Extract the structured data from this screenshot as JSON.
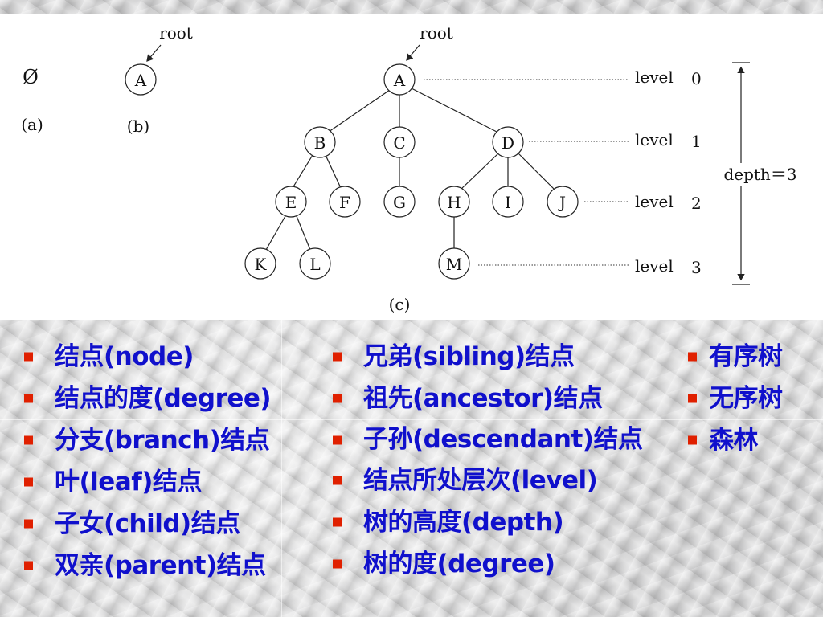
{
  "diagram": {
    "empty_tree_symbol": "Ø",
    "captions": {
      "a": "(a)",
      "b": "(b)",
      "c": "(c)"
    },
    "root_label": "root",
    "single_node": "A",
    "nodes": {
      "A": "A",
      "B": "B",
      "C": "C",
      "D": "D",
      "E": "E",
      "F": "F",
      "G": "G",
      "H": "H",
      "I": "I",
      "J": "J",
      "K": "K",
      "L": "L",
      "M": "M"
    },
    "levels": [
      {
        "label": "level",
        "number": "0"
      },
      {
        "label": "level",
        "number": "1"
      },
      {
        "label": "level",
        "number": "2"
      },
      {
        "label": "level",
        "number": "3"
      }
    ],
    "depth_label": "depth＝3"
  },
  "terms": {
    "column1": [
      "结点(node)",
      "结点的度(degree)",
      "分支(branch)结点",
      "叶(leaf)结点",
      "子女(child)结点",
      "双亲(parent)结点"
    ],
    "column2": [
      "兄弟(sibling)结点",
      "祖先(ancestor)结点",
      "子孙(descendant)结点",
      "结点所处层次(level)",
      "树的高度(depth)",
      "树的度(degree)"
    ],
    "column3": [
      "有序树",
      "无序树",
      "森林"
    ]
  },
  "colors": {
    "term_text": "#1010cc",
    "bullet": "#e02000",
    "diagram_background": "#ffffff"
  }
}
